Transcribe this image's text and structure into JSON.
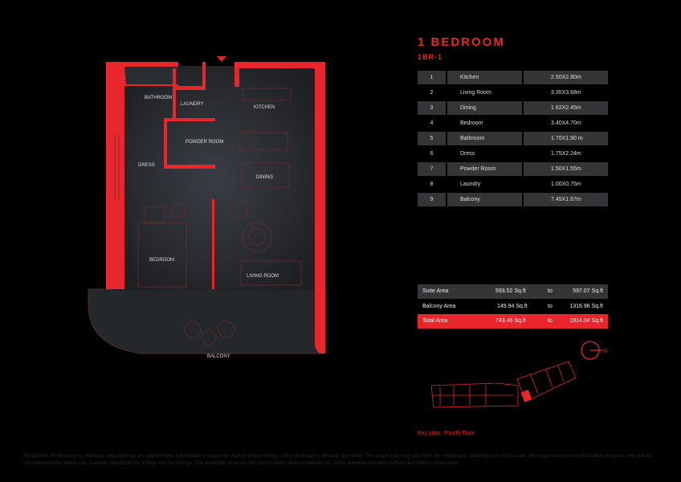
{
  "header": {
    "title": "1 BEDROOM",
    "subtitle": "1BR-1"
  },
  "rooms": [
    {
      "no": "1",
      "name": "Kitchen",
      "size": "2.50X2.80m"
    },
    {
      "no": "2",
      "name": "Living Room",
      "size": "3.35X3.68m"
    },
    {
      "no": "3",
      "name": "Dining",
      "size": "1.62X2.45m"
    },
    {
      "no": "4",
      "name": "Bedroom",
      "size": "3.40X4.70m"
    },
    {
      "no": "5",
      "name": "Bathroom",
      "size": "1.70X1.90 m"
    },
    {
      "no": "6",
      "name": "Dress",
      "size": "1.75X2.24m"
    },
    {
      "no": "7",
      "name": "Powder Room",
      "size": "1.50X1.55m"
    },
    {
      "no": "8",
      "name": "Laundry",
      "size": "1.00X0.75m"
    },
    {
      "no": "9",
      "name": "Balcony",
      "size": "7.45X1.67m"
    }
  ],
  "areas": [
    {
      "label": "Suite Area",
      "from": "593.52 Sq.ft",
      "to_word": "to",
      "to": "597.07 Sq.ft"
    },
    {
      "label": "Balcony Area",
      "from": "149.94 Sq.ft",
      "to_word": "to",
      "to": "1316.96 Sq.ft"
    },
    {
      "label": "Total Area",
      "from": "743.46 Sq.ft",
      "to_word": "to",
      "to": "1914.04 Sq.ft"
    }
  ],
  "plan_labels": {
    "bathroom": "BATHROOM",
    "laundry": "LAUNDRY",
    "kitchen": "KITCHEN",
    "powder": "POWDER ROOM",
    "dress": "DRESS",
    "dining": "DINING",
    "bedroom": "BEDROOM",
    "living": "LIVING ROOM",
    "balcony": "BALCONY"
  },
  "compass": {
    "label": "N"
  },
  "key_plan": "Key plan : Fourth Floor",
  "disclaimer": "Disclaimer: All dimensions, materials and drawings are approximate. Information is subject to change without notice, at the developer's absolute discretion. The actual area may vary from the stated area. Drawings are not to scale. All images used are for illustrative purposes only and do not represent the actual size, features, specifications, fittings and furnishings. The developer reserves the right to make revisions/alterations, at the absolute discretion without any liability whatsoever.",
  "colors": {
    "accent": "#e8262b",
    "row": "#353537",
    "floor": "#2a2d31"
  }
}
